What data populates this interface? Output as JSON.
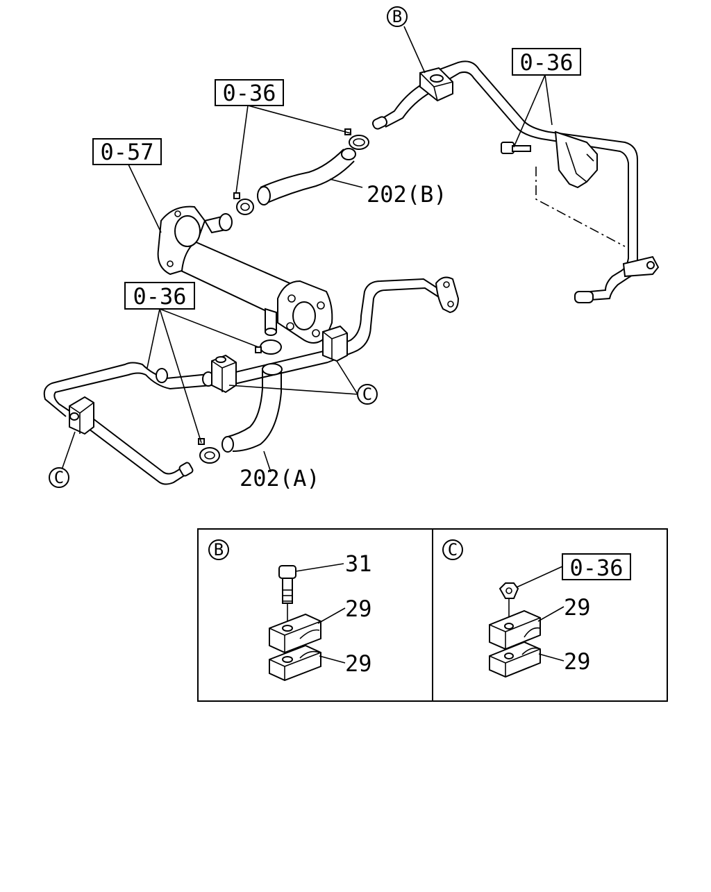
{
  "labels": {
    "ref_b_top": "B",
    "ref_0_36_top_right": "0-36",
    "ref_0_36_upper": "0-36",
    "ref_0_57": "0-57",
    "part_202b": "202(B)",
    "ref_0_36_mid": "0-36",
    "ref_c_mid": "C",
    "ref_c_left": "C",
    "part_202a": "202(A)"
  },
  "detail_b": {
    "marker": "B",
    "bolt_num": "31",
    "clamp_upper_num": "29",
    "clamp_lower_num": "29"
  },
  "detail_c": {
    "marker": "C",
    "nut_ref": "0-36",
    "clamp_upper_num": "29",
    "clamp_lower_num": "29"
  }
}
